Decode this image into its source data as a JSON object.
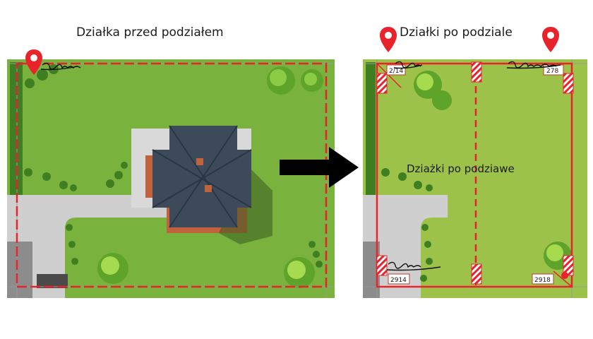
{
  "titles": {
    "before": "Działka przed podziałem",
    "after": "Działki po podziale"
  },
  "center_label": "Dziażki po podziawe",
  "plot_numbers": {
    "top_left": "2/14",
    "top_right": "278",
    "bottom_left": "2914",
    "bottom_right": "2918"
  },
  "colors": {
    "boundary": "#e8232b",
    "grass_before": "#79b23c",
    "grass_after": "#9cc24a",
    "hedge": "#3f7f22",
    "pavement": "#cfcfcf",
    "roof": "#3c4a5a",
    "arrow": "#000000"
  },
  "icons": {
    "pin": "location-pin-icon",
    "arrow": "right-arrow-icon",
    "signature": "signature-scribble"
  }
}
